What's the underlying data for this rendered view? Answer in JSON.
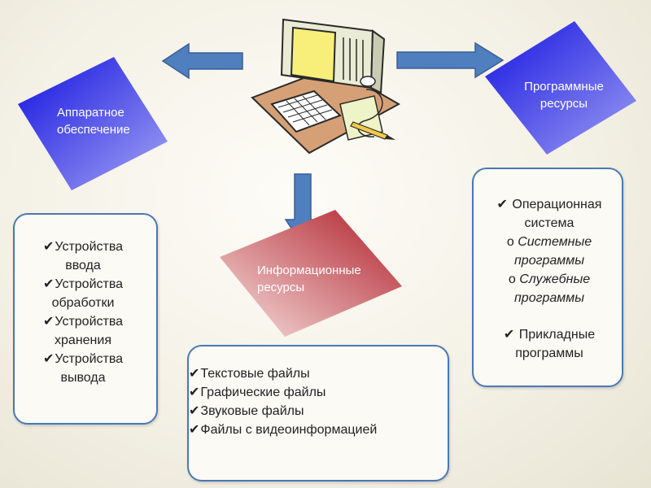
{
  "categories": {
    "hardware": "Аппаратное обеспечение",
    "software": "Программные ресурсы",
    "information": "Информационные ресурсы"
  },
  "hardware_list": [
    {
      "line1": "Устройства",
      "line2": "ввода"
    },
    {
      "line1": "Устройства",
      "line2": "обработки"
    },
    {
      "line1": "Устройства",
      "line2": "хранения"
    },
    {
      "line1": "Устройства",
      "line2": "вывода"
    }
  ],
  "software_list": {
    "os_line1": "Операционная",
    "os_line2": "система",
    "system_line1": "Системные",
    "system_line2": "программы",
    "utility_line1": "Служебные",
    "utility_line2": "программы",
    "applied_line1": "Прикладные",
    "applied_line2": "программы"
  },
  "information_list": [
    "Текстовые файлы",
    "Графические файлы",
    "Звуковые файлы",
    "Файлы с видеоинформацией"
  ],
  "colors": {
    "blue_dark": "#1212e0",
    "blue_light": "#9a9af2",
    "red_dark": "#b01f2a",
    "red_light": "#f4d6d4",
    "arrow_blue": "#4f7fbf",
    "box_border": "#4a78b5"
  }
}
